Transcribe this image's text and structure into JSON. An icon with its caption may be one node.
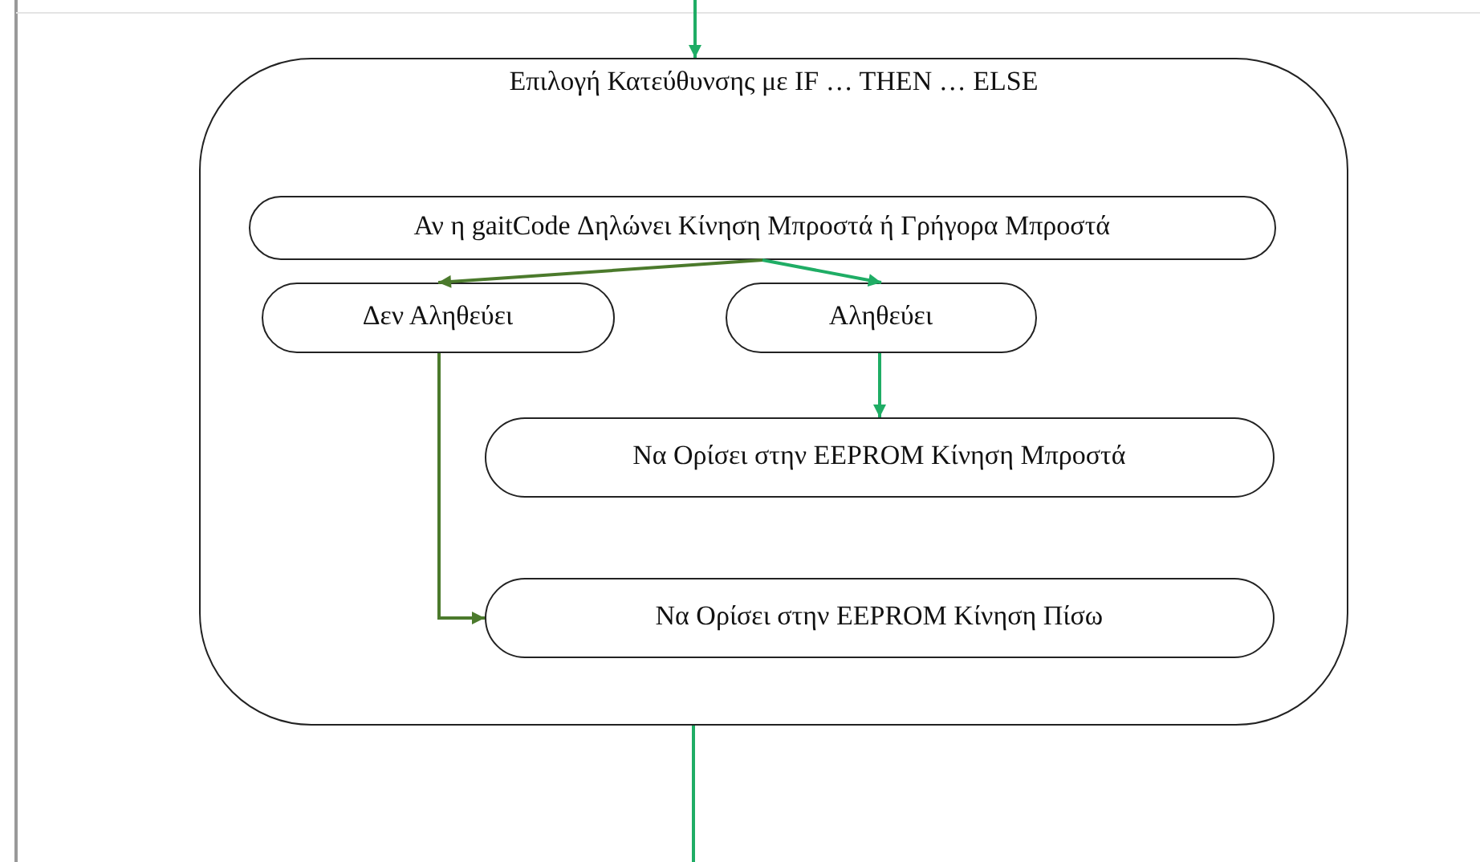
{
  "diagram": {
    "nodes": [
      {
        "text": [
          "Επιλογή Κατεύθυνσης με IF … THEN … ELSE"
        ]
      },
      {
        "text": [
          "Αν η gaitCode Δηλώνει Κίνηση Μπροστά ή Γρήγορα Μπροστά"
        ],
        "in": 0
      },
      {
        "text": [
          "Δεν Αληθεύει"
        ],
        "in": 0
      },
      {
        "text": [
          "Αληθεύει"
        ],
        "in": 0
      },
      {
        "text": [
          "Να Ορίσει στην EEPROM Κίνηση Μπροστά"
        ],
        "in": 0
      },
      {
        "text": [
          "Να Ορίσει στην EEPROM Κίνηση Πίσω"
        ],
        "in": 0
      }
    ],
    "edges": [
      {
        "from": null,
        "to": 0,
        "arrow": "to"
      },
      {
        "from": 1,
        "to": 2,
        "arrow": "to",
        "color": "#4b7a2c"
      },
      {
        "from": 1,
        "to": 3,
        "arrow": "to"
      },
      {
        "from": 3,
        "to": 4,
        "arrow": "to"
      },
      {
        "from": 2,
        "to": 5,
        "arrow": "to",
        "color": "#4b7a2c"
      },
      {
        "from": 0,
        "to": null,
        "arrow": "none"
      }
    ]
  }
}
